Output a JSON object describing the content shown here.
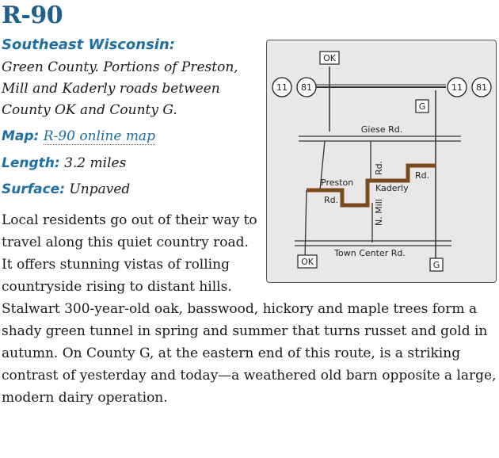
{
  "route": {
    "title": "R-90",
    "region": "Southeast Wisconsin:",
    "description": "Green County. Portions of Preston, Mill and Kaderly roads between County OK and County G.",
    "map_label": "Map:",
    "map_link": "R-90 online map",
    "length_label": "Length:",
    "length_value": "3.2 miles",
    "surface_label": "Surface:",
    "surface_value": "Unpaved",
    "body": "Local residents go out of their way to travel along this quiet country road. It offers stunning vistas of rolling countryside rising to distant hills. Stalwart 300-year-old oak, basswood, hickory and maple trees form a shady green tunnel in spring and summer that turns russet and gold in autumn. On County G, at the eastern end of this route, is a striking contrast of yesterday and today—a weathered old barn opposite a large, modern dairy operation."
  },
  "map": {
    "shields": {
      "ok_top": "OK",
      "ok_bottom": "OK",
      "g_top": "G",
      "g_bottom": "G",
      "hwy_11_left": "11",
      "hwy_81_left": "81",
      "hwy_11_right": "11",
      "hwy_81_right": "81"
    },
    "roads": {
      "giese": "Giese Rd.",
      "town_center": "Town Center Rd.",
      "preston_1": "Preston",
      "preston_2": "Rd.",
      "kaderly": "Kaderly",
      "kaderly_rd": "Rd.",
      "mill": "N. Mill",
      "mill_rd": "Rd."
    },
    "colors": {
      "route": "#7a4a1e",
      "road": "#333333",
      "background": "#e9e8e6"
    }
  }
}
